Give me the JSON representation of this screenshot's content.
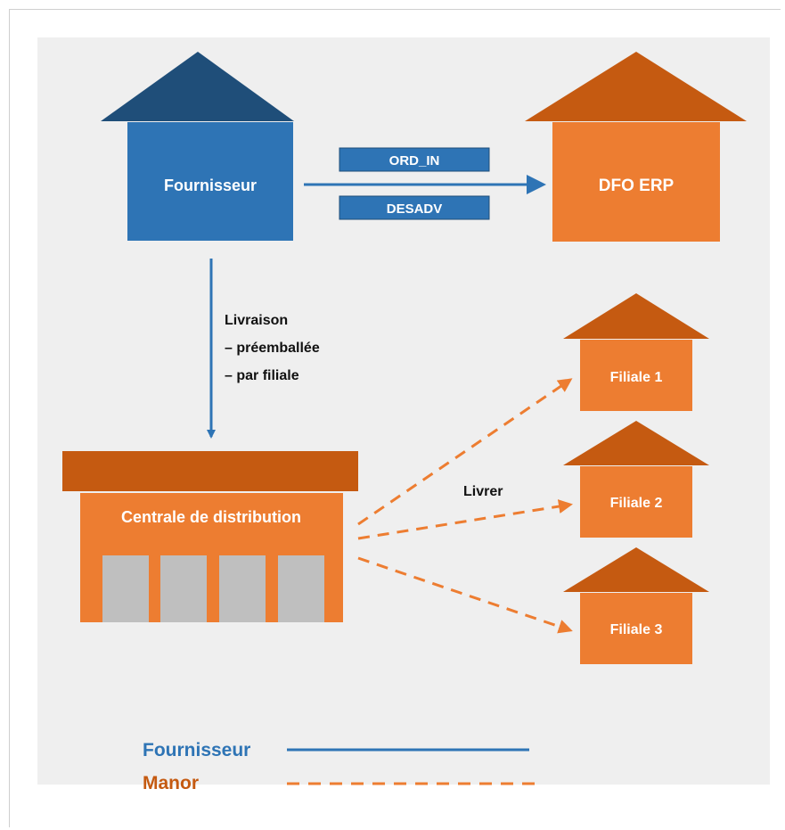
{
  "colors": {
    "supplier_blue": "#2e74b5",
    "supplier_roof": "#1f4e79",
    "manor_orange": "#ed7d31",
    "manor_roof": "#c55a11",
    "door_gray": "#bfbfbf",
    "panel_bg": "#efefef"
  },
  "nodes": {
    "supplier": "Fournisseur",
    "erp": "DFO ERP",
    "distribution": "Centrale de distribution",
    "branch1": "Filiale 1",
    "branch2": "Filiale 2",
    "branch3": "Filiale 3"
  },
  "messages": {
    "ord_in": "ORD_IN",
    "desadv": "DESADV"
  },
  "delivery": {
    "title": "Livraison",
    "line1": "– préemballée",
    "line2": "– par filiale"
  },
  "deliver_label": "Livrer",
  "legend": {
    "supplier": "Fournisseur",
    "manor": "Manor"
  },
  "icons": {
    "roof": "house-roof-icon",
    "arrow": "arrow-right-icon",
    "door": "loading-door-icon"
  }
}
